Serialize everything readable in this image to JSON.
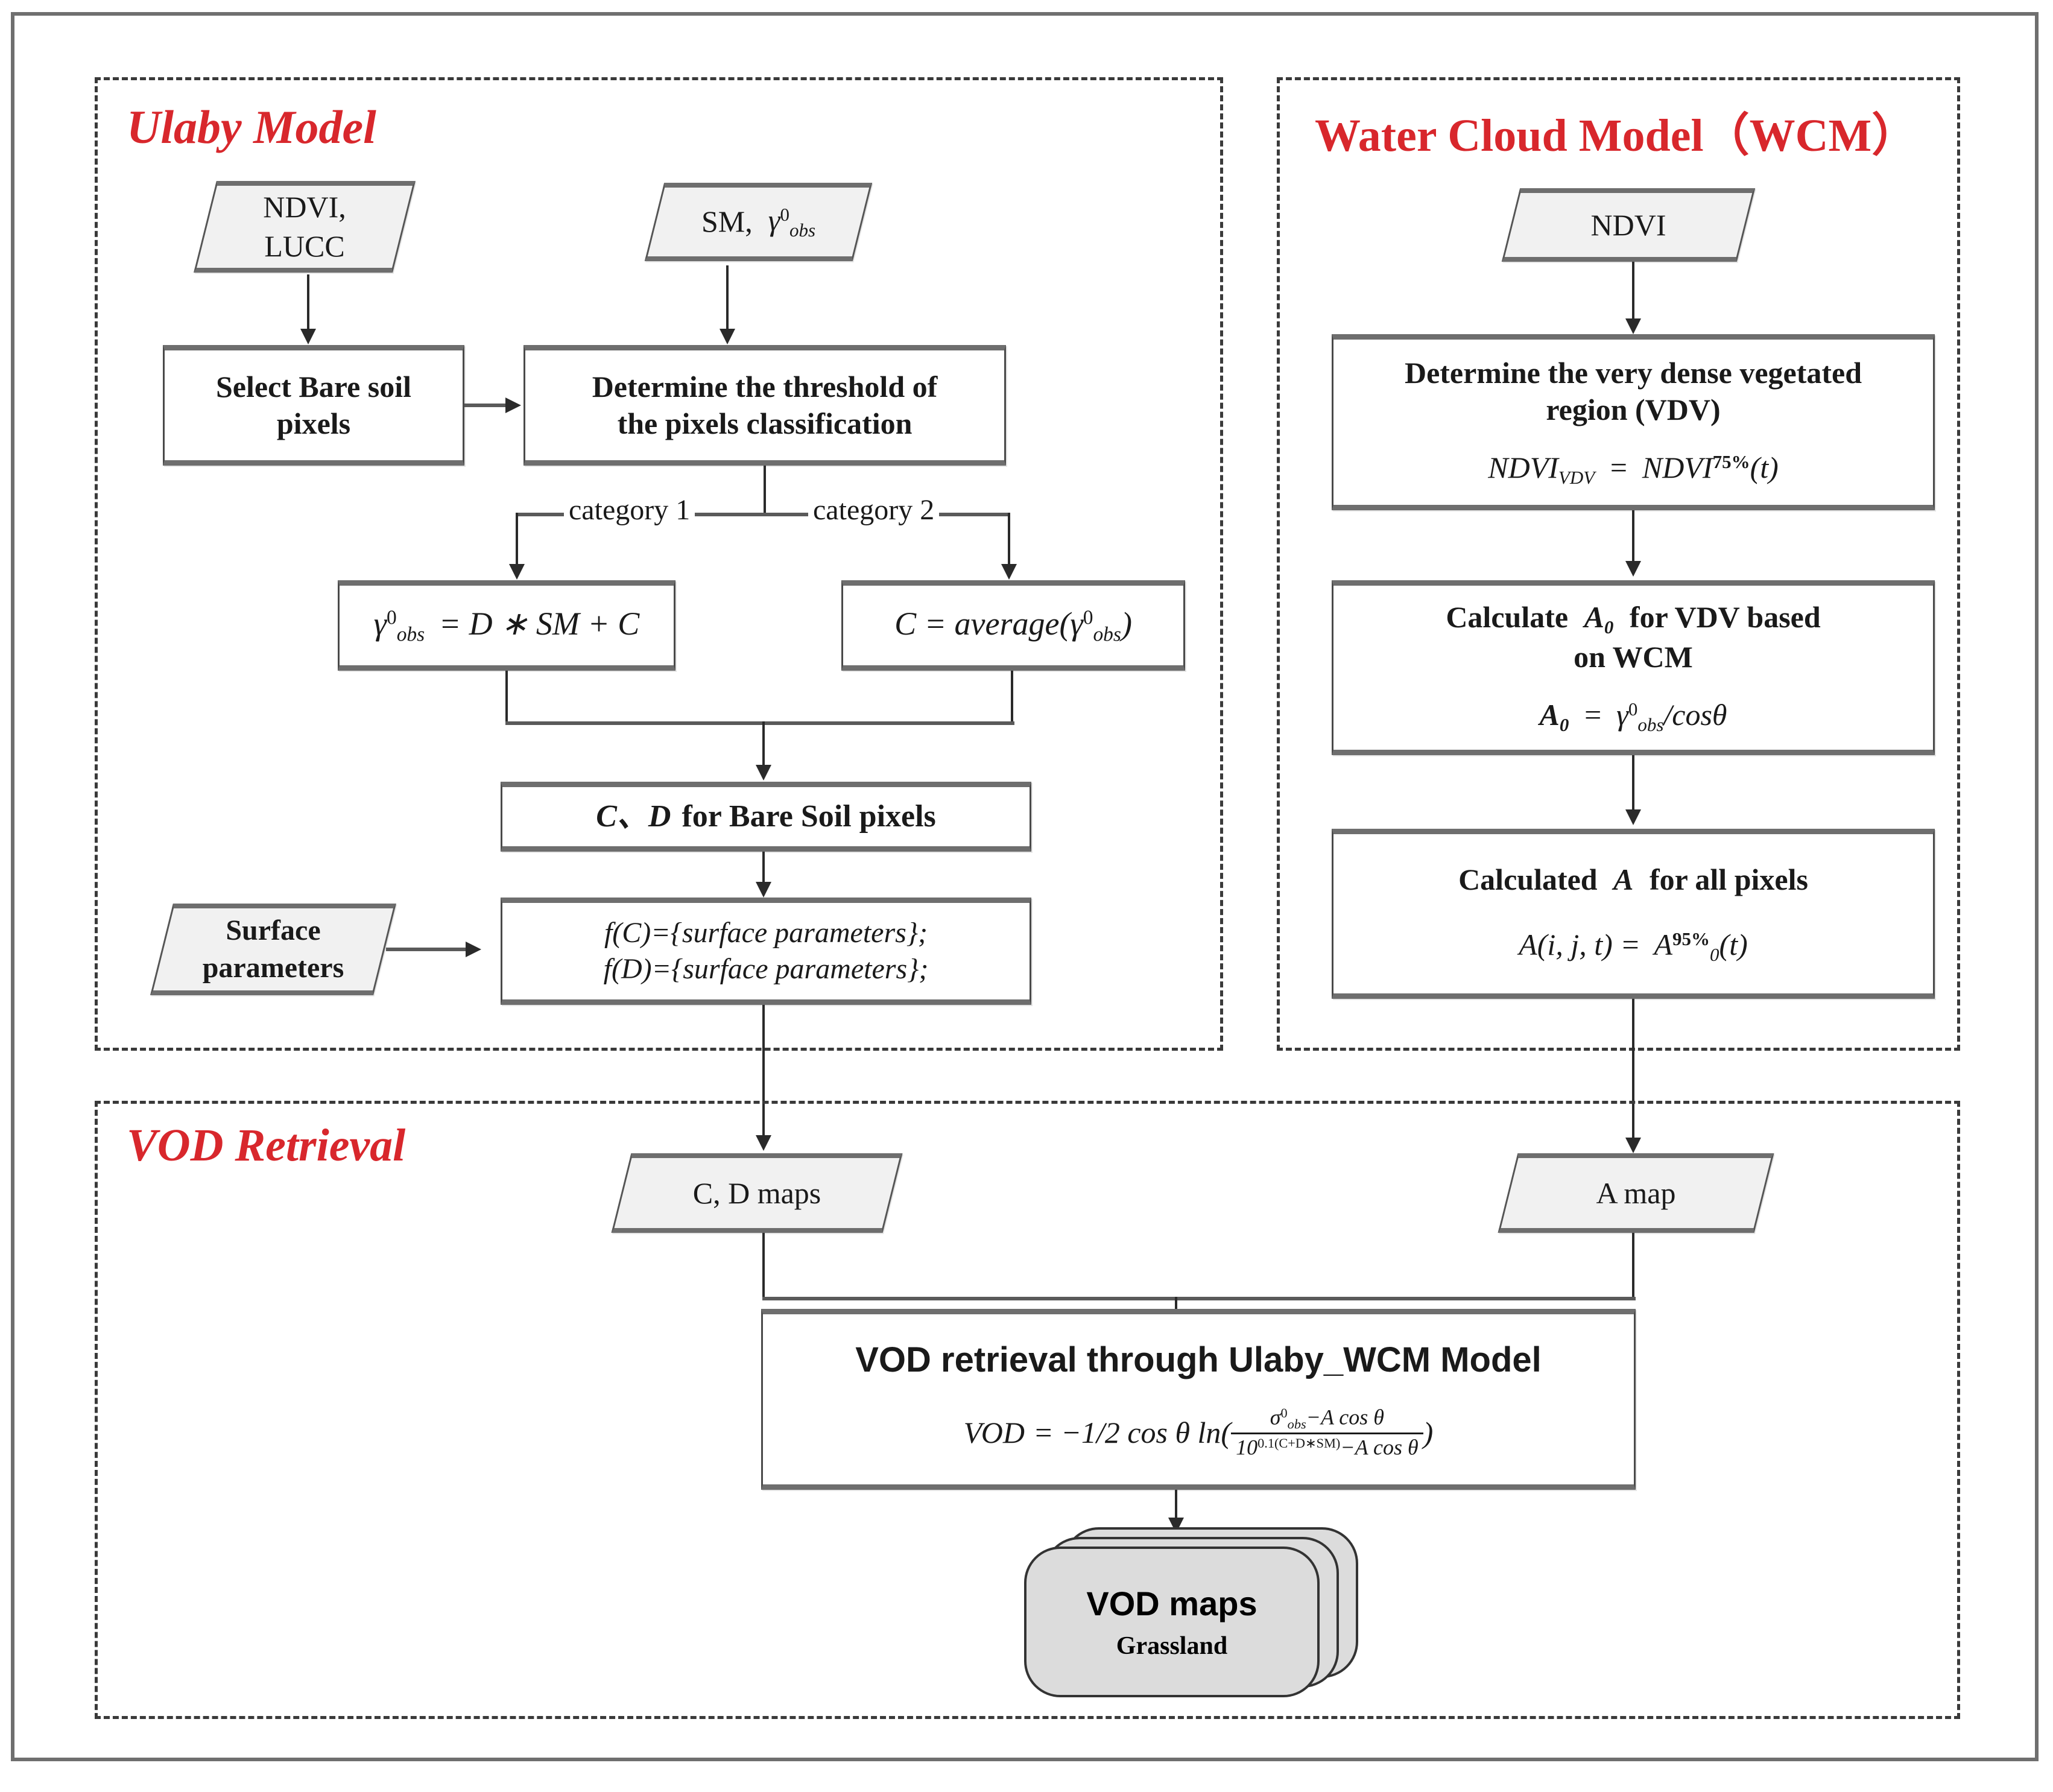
{
  "figure": {
    "type": "flowchart",
    "title_color": "#d8272c"
  },
  "panels": {
    "ulaby": {
      "title": "Ulaby Model"
    },
    "wcm": {
      "title": "Water Cloud Model（WCM）"
    },
    "vod": {
      "title": "VOD Retrieval"
    }
  },
  "ulaby": {
    "input_ndvi_lucc": {
      "line1": "NDVI,",
      "line2": "LUCC"
    },
    "input_sm": {
      "line1": "SM,",
      "gamma": "γ",
      "sup": "0",
      "sub": "obs"
    },
    "select_bare_soil": {
      "line1": "Select Bare soil",
      "line2": "pixels"
    },
    "determine_threshold": {
      "line1": "Determine the threshold of",
      "line2": "the pixels classification"
    },
    "branch_labels": {
      "left": "category 1",
      "right": "category 2"
    },
    "eq_category1": {
      "lhs_gamma": "γ",
      "lhs_sup": "0",
      "lhs_sub": "obs",
      "rhs": "= D ∗ SM + C",
      "plain": "γ⁰obs = D * SM + C"
    },
    "eq_category2": {
      "lhs": "C = average(",
      "gamma": "γ",
      "sup": "0",
      "sub": "obs",
      "close": ")",
      "plain": "C = average(γ⁰obs)"
    },
    "cd_bare_soil": {
      "pre": "C、D",
      "post": "for Bare Soil pixels"
    },
    "input_surface_params": {
      "line1": "Surface",
      "line2": "parameters"
    },
    "surface_fn": {
      "line1": "f(C)={surface parameters};",
      "line2": "f(D)={surface parameters};"
    }
  },
  "wcm": {
    "input_ndvi": {
      "label": "NDVI"
    },
    "determine_vdv": {
      "line1": "Determine the very dense vegetated",
      "line2": "region (VDV)",
      "eq_lhs": "NDVI",
      "eq_lhs_sub": "VDV",
      "eq_rhs": "NDVI",
      "eq_rhs_sup": "75%",
      "eq_tail": "(t)",
      "eq_plain": "NDVI_VDV = NDVI^75%(t)"
    },
    "calc_a0": {
      "line1_pre": "Calculate",
      "line1_var": "A",
      "line1_var_sub": "0",
      "line1_post": "for VDV  based",
      "line2": "on WCM",
      "eq_plain": "A₀ = γ⁰obs / cosθ",
      "eq_lhs": "A",
      "eq_lhs_sub": "0",
      "eq_gamma": "γ",
      "eq_gamma_sup": "0",
      "eq_gamma_sub": "obs",
      "eq_tail": "/cosθ"
    },
    "calc_a": {
      "line1_pre": "Calculated",
      "line1_var": "A",
      "line1_post": "for all pixels",
      "eq_plain": "A(i, j, t) = A₀^95%(t)",
      "eq_lhs": "A(i, j, t) =",
      "eq_rhs": "A",
      "eq_rhs_sub": "0",
      "eq_rhs_sup": "95%",
      "eq_tail": "(t)"
    }
  },
  "vod": {
    "cd_maps": {
      "label": "C, D maps"
    },
    "a_map": {
      "label": "A map"
    },
    "retrieval_box": {
      "title": "VOD retrieval through Ulaby_WCM Model",
      "eq_plain": "VOD = −1/2 cos θ ln( (σ⁰obs − A cos θ) / (10^0.1(C+D*SM) − A cos θ) )",
      "eq_lhs": "VOD",
      "eq_mid": "= −1/2 cos θ ln(",
      "num_sigma": "σ",
      "num_sigma_sup": "0",
      "num_sigma_sub": "obs",
      "num_tail": "−A cos θ",
      "den_base": "10",
      "den_sup": "0.1(C+D∗SM)",
      "den_tail": "−A cos θ",
      "eq_close": ")"
    },
    "output": {
      "title": "VOD maps",
      "subtitle": "Grassland"
    }
  }
}
